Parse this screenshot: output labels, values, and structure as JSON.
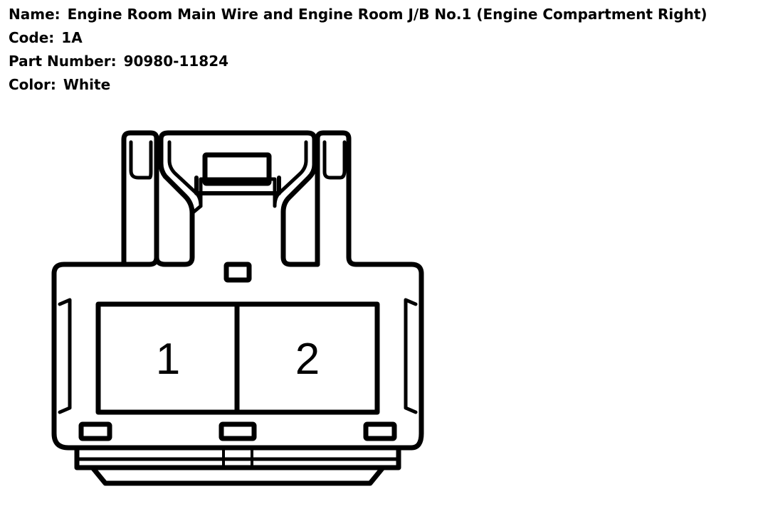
{
  "connector": {
    "name_label": "Name:",
    "name": "Engine Room Main Wire and Engine Room J/B No.1 (Engine Compartment Right)",
    "code_label": "Code:",
    "code": "1A",
    "part_number_label": "Part Number:",
    "part_number": "90980-11824",
    "color_label": "Color:",
    "color": "White"
  },
  "pins": [
    {
      "label": "1"
    },
    {
      "label": "2"
    }
  ],
  "colors": {
    "line": "#000000",
    "background": "#ffffff"
  }
}
